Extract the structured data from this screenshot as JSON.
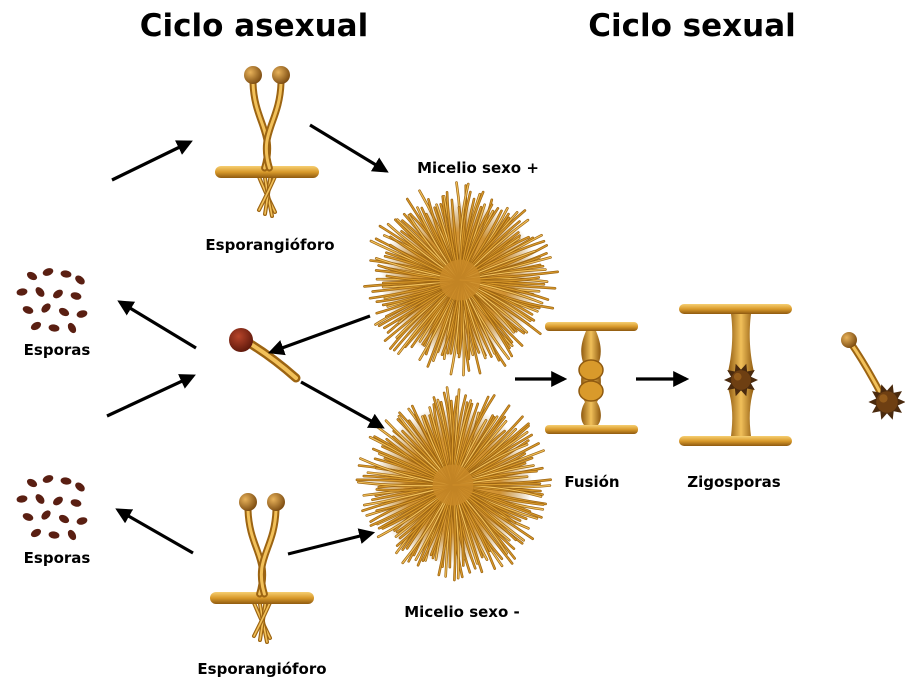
{
  "titles": {
    "asexual": "Ciclo asexual",
    "sexual": "Ciclo sexual"
  },
  "labels": {
    "sporangiophore_top": "Esporangióforo",
    "sporangiophore_bottom": "Esporangióforo",
    "spores_top": "Esporas",
    "spores_bottom": "Esporas",
    "mycelium_plus": "Micelio sexo +",
    "mycelium_minus": "Micelio sexo -",
    "fusion": "Fusión",
    "zygospores": "Zigosporas"
  },
  "colors": {
    "hypha_light": "#f2c15a",
    "hypha": "#d99a2b",
    "hypha_dark": "#9c6412",
    "sporangium": "#b0701f",
    "spore": "#5a1f12",
    "germinating_spore": "#7a2a14",
    "zygospore": "#4a2a0e",
    "arrow": "#000000"
  }
}
